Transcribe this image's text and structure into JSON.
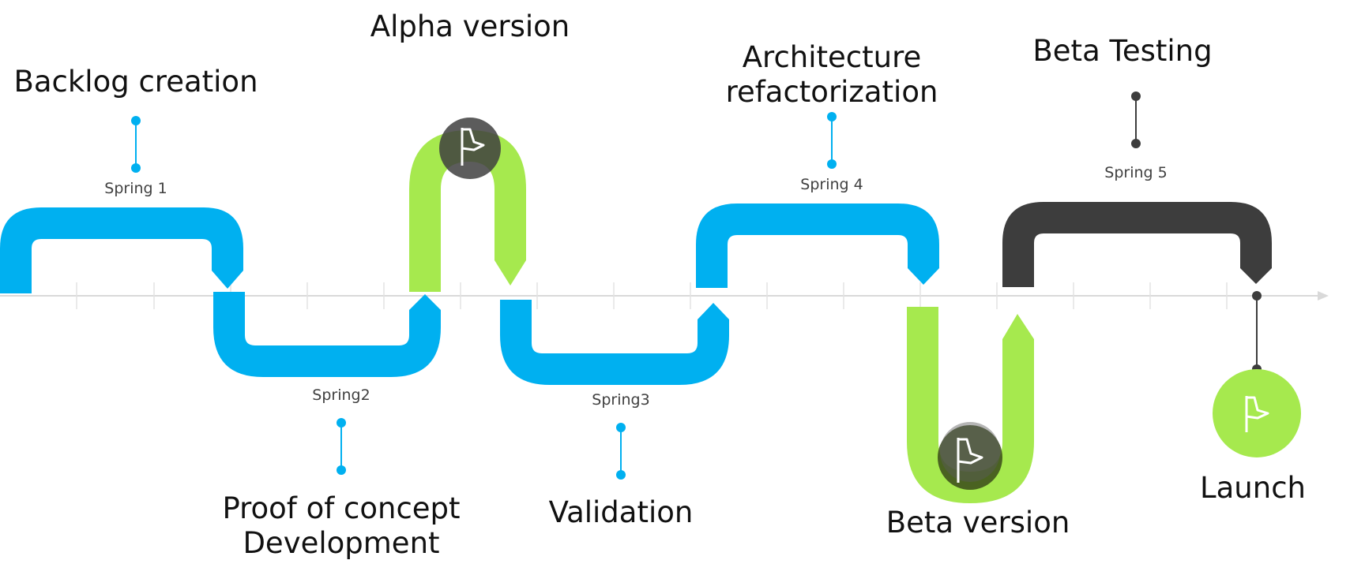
{
  "colors": {
    "blue": "#00b0f0",
    "green": "#a6e94e",
    "dark": "#3d3d3d",
    "flag_dark": "#4a5e1e",
    "axis": "#d9d9d9"
  },
  "milestones": [
    {
      "title": "Backlog creation",
      "sprint": "Spring 1"
    },
    {
      "title": "Proof of concept Development",
      "title_lines": [
        "Proof of concept",
        "Development"
      ],
      "sprint": "Spring2"
    },
    {
      "title": "Alpha version"
    },
    {
      "title": "Validation",
      "sprint": "Spring3"
    },
    {
      "title": "Architecture refactorization",
      "title_lines": [
        "Architecture",
        "refactorization"
      ],
      "sprint": "Spring 4"
    },
    {
      "title": "Beta version"
    },
    {
      "title": "Beta Testing",
      "sprint": "Spring 5"
    },
    {
      "title": "Launch"
    }
  ],
  "icons": [
    "flag-icon",
    "flag-icon",
    "flag-icon"
  ]
}
